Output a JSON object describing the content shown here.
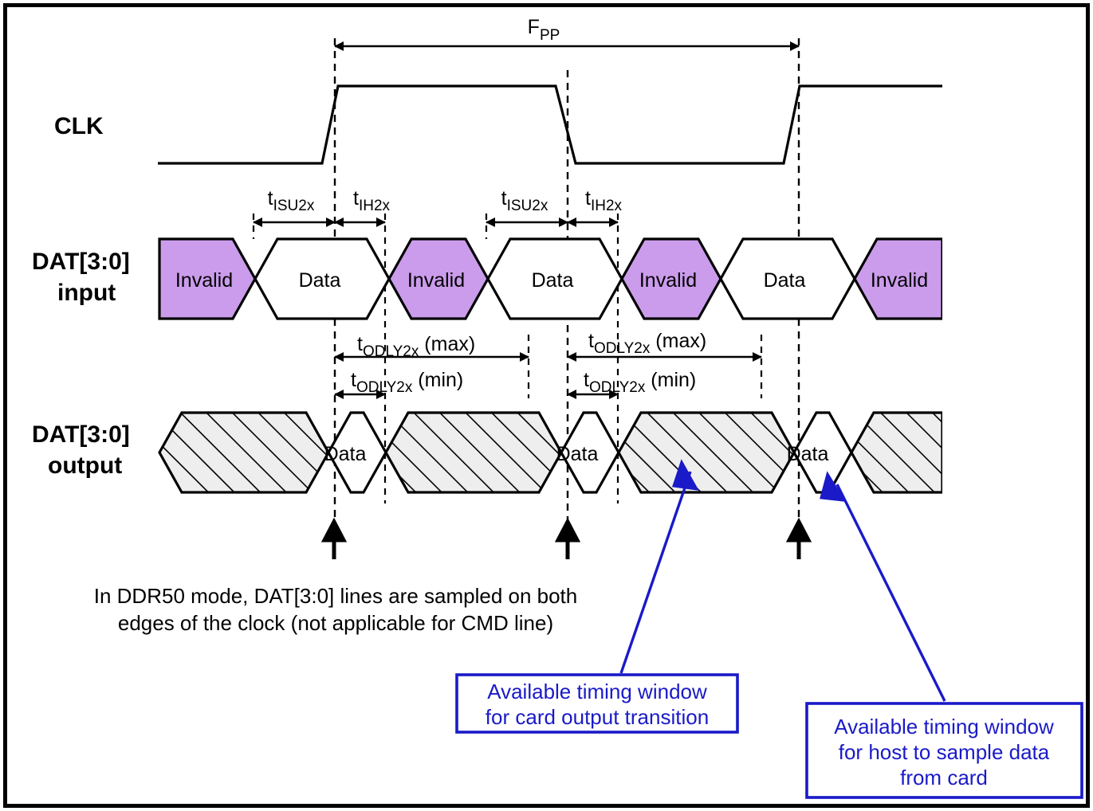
{
  "diagram": {
    "title_label": "FPP",
    "period_label_main": "F",
    "period_label_sub": "PP",
    "signals": [
      {
        "name_line1": "CLK",
        "name_line2": ""
      },
      {
        "name_line1": "DAT[3:0]",
        "name_line2": "input"
      },
      {
        "name_line1": "DAT[3:0]",
        "name_line2": "output"
      }
    ],
    "input_cells": [
      {
        "label": "Invalid",
        "kind": "invalid"
      },
      {
        "label": "Data",
        "kind": "data"
      },
      {
        "label": "Invalid",
        "kind": "invalid"
      },
      {
        "label": "Data",
        "kind": "data"
      },
      {
        "label": "Invalid",
        "kind": "invalid"
      },
      {
        "label": "Data",
        "kind": "data"
      },
      {
        "label": "Invalid",
        "kind": "invalid"
      }
    ],
    "output_cells": [
      {
        "label": "",
        "kind": "hatched"
      },
      {
        "label": "Data",
        "kind": "data"
      },
      {
        "label": "",
        "kind": "hatched"
      },
      {
        "label": "Data",
        "kind": "data"
      },
      {
        "label": "",
        "kind": "hatched"
      },
      {
        "label": "Data",
        "kind": "data"
      },
      {
        "label": "",
        "kind": "hatched"
      }
    ],
    "timing_marks": [
      {
        "base": "t",
        "sub": "ISU2x",
        "suffix": ""
      },
      {
        "base": "t",
        "sub": "IH2x",
        "suffix": ""
      },
      {
        "base": "t",
        "sub": "ISU2x",
        "suffix": ""
      },
      {
        "base": "t",
        "sub": "IH2x",
        "suffix": ""
      },
      {
        "base": "t",
        "sub": "ODLY2x",
        "suffix": " (max)"
      },
      {
        "base": "t",
        "sub": "ODLY2x",
        "suffix": " (min)"
      },
      {
        "base": "t",
        "sub": "ODLY2x",
        "suffix": " (max)"
      },
      {
        "base": "t",
        "sub": "ODLY2x",
        "suffix": " (min)"
      }
    ],
    "note": {
      "line1": "In DDR50 mode, DAT[3:0] lines are sampled on both",
      "line2": "edges of the clock (not applicable for CMD line)"
    },
    "callouts": [
      {
        "id": "card-output-transition",
        "lines": [
          "Available timing window",
          "for card output transition"
        ]
      },
      {
        "id": "host-sample-data",
        "lines": [
          "Available timing window",
          "for host to sample data",
          "from card"
        ]
      }
    ],
    "colors": {
      "invalid_fill": "#cb9ceb",
      "hatch_fill": "#eeeeee",
      "line": "#000000",
      "callout_accent": "#1a1ac8",
      "background": "#ffffff"
    },
    "sample_arrow_count": 3
  }
}
